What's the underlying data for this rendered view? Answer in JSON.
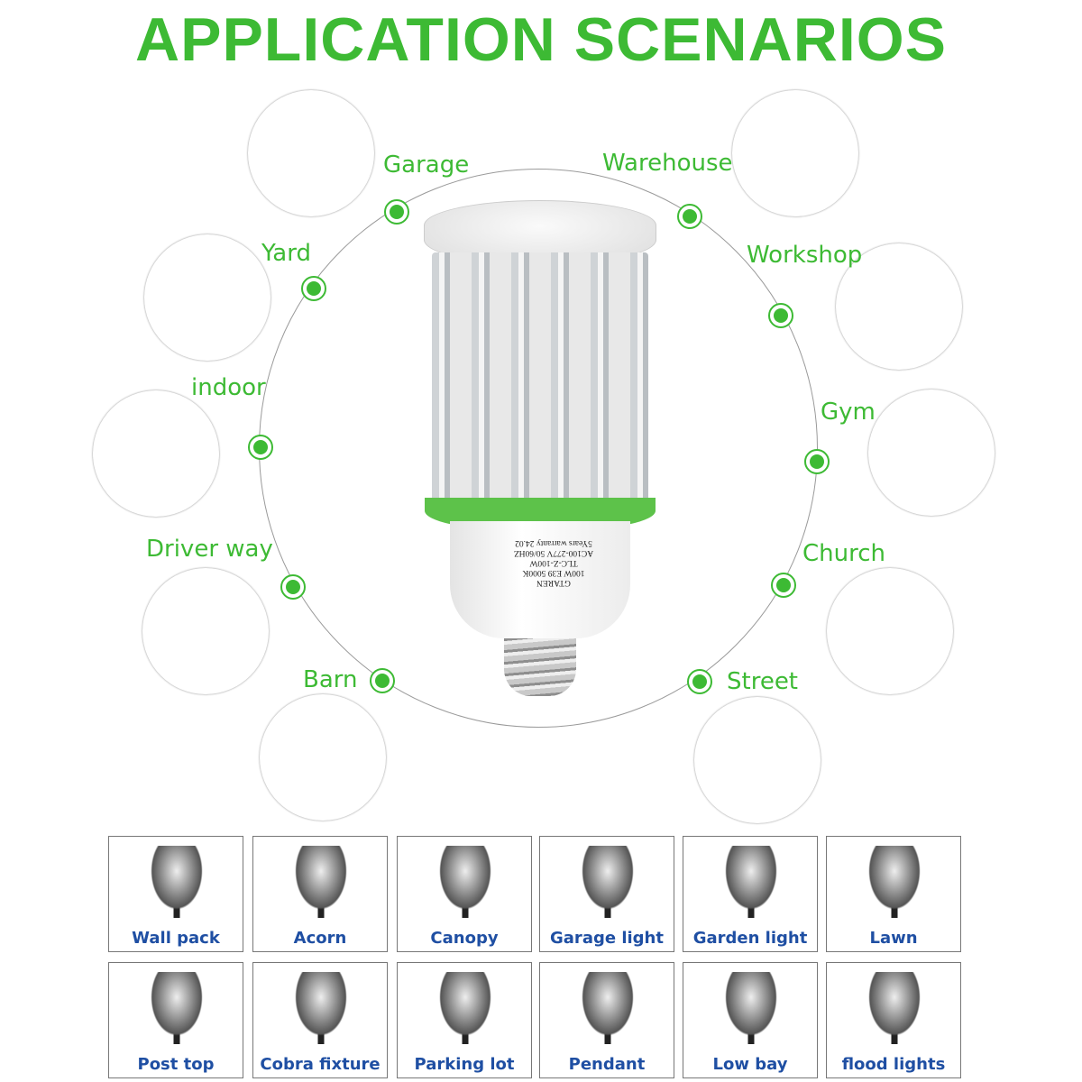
{
  "title": "APPLICATION SCENARIOS",
  "scenarios": [
    {
      "label": "Garage"
    },
    {
      "label": "Warehouse"
    },
    {
      "label": "Yard"
    },
    {
      "label": "Workshop"
    },
    {
      "label": "indoor"
    },
    {
      "label": "Gym"
    },
    {
      "label": "Driver way"
    },
    {
      "label": "Church"
    },
    {
      "label": "Barn"
    },
    {
      "label": "Street"
    }
  ],
  "bulb": {
    "spec_lines": [
      "GTAREN",
      "100W E39 5000K",
      "TLC-Z-100W",
      "AC100-277V 50/60HZ",
      "5Years warranty 24.02"
    ]
  },
  "fixtures": [
    {
      "label": "Wall pack"
    },
    {
      "label": "Acorn"
    },
    {
      "label": "Canopy"
    },
    {
      "label": "Garage light"
    },
    {
      "label": "Garden light"
    },
    {
      "label": "Lawn"
    },
    {
      "label": "Post top"
    },
    {
      "label": "Cobra fixture"
    },
    {
      "label": "Parking lot"
    },
    {
      "label": "Pendant"
    },
    {
      "label": "Low bay"
    },
    {
      "label": "flood lights"
    }
  ],
  "colors": {
    "accent": "#3dba34",
    "fixture_label": "#1f4fa3"
  }
}
